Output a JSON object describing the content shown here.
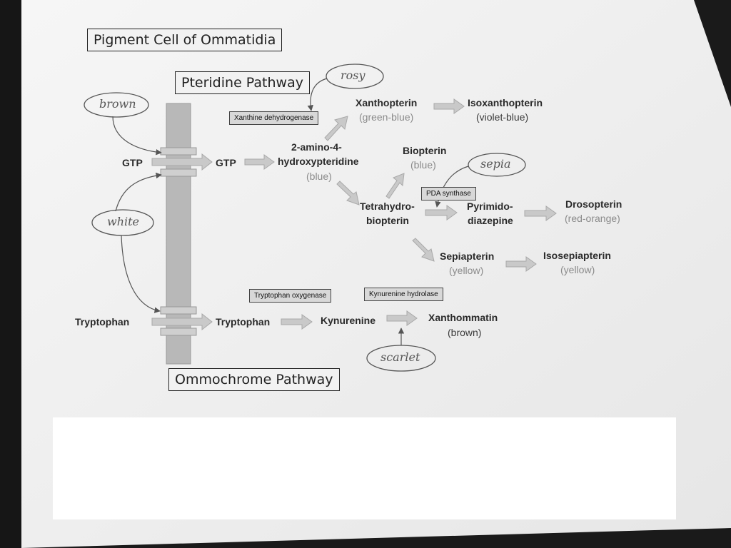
{
  "title": "Pigment Cell of Ommatidia",
  "pathways": {
    "pteridine": "Pteridine Pathway",
    "ommochrome": "Ommochrome Pathway"
  },
  "enzymes": {
    "xanthine_dehydrogenase": "Xanthine dehydrogenase",
    "pda_synthase": "PDA synthase",
    "tryptophan_oxygenase": "Tryptophan oxygenase",
    "kynurenine_hydrolase": "Kynurenine hydrolase"
  },
  "genes": {
    "rosy": "rosy",
    "brown": "brown",
    "white": "white",
    "sepia": "sepia",
    "scarlet": "scarlet"
  },
  "compounds": {
    "gtp_outside": "GTP",
    "gtp_inside": "GTP",
    "amino_line1": "2-amino-4-",
    "amino_line2": "hydroxypteridine",
    "amino_color": "(blue)",
    "xanthopterin": "Xanthopterin",
    "xanthopterin_color": "(green-blue)",
    "isoxanthopterin": "Isoxanthopterin",
    "isoxanthopterin_color": "(violet-blue)",
    "biopterin": "Biopterin",
    "biopterin_color": "(blue)",
    "tetrahydro_line1": "Tetrahydro-",
    "tetrahydro_line2": "biopterin",
    "pyrimido_line1": "Pyrimido-",
    "pyrimido_line2": "diazepine",
    "drosopterin": "Drosopterin",
    "drosopterin_color": "(red-orange)",
    "sepiapterin": "Sepiapterin",
    "sepiapterin_color": "(yellow)",
    "isosepiapterin": "Isosepiapterin",
    "isosepiapterin_color": "(yellow)",
    "tryptophan_outside": "Tryptophan",
    "tryptophan_inside": "Tryptophan",
    "kynurenine": "Kynurenine",
    "xanthommatin": "Xanthommatin",
    "xanthommatin_color": "(brown)"
  },
  "colors": {
    "paper": "#f4f4f4",
    "arrow": "#c9c9c9",
    "membrane": "#b5b5b5",
    "redaction": "#ffffff"
  }
}
